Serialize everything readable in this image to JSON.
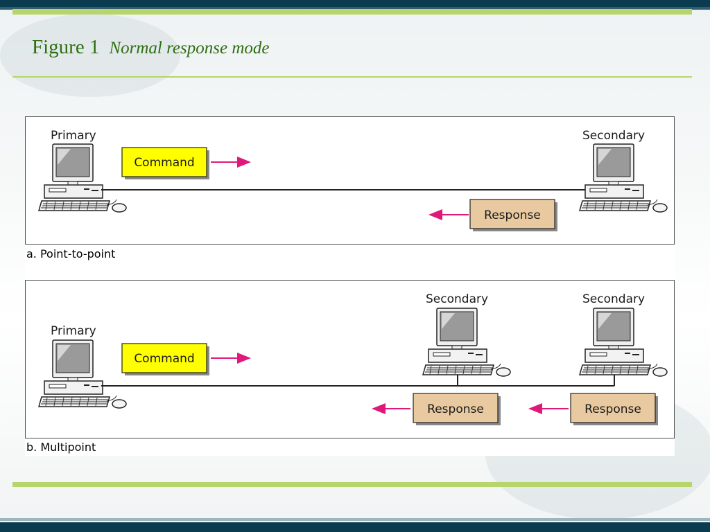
{
  "slide": {
    "figure_label": "Figure 1",
    "figure_title": "Normal response mode"
  },
  "panels": {
    "a": {
      "caption": "a. Point-to-point",
      "primary_label": "Primary",
      "secondary_label": "Secondary",
      "command_label": "Command",
      "response_label": "Response"
    },
    "b": {
      "caption": "b. Multipoint",
      "primary_label": "Primary",
      "secondary1_label": "Secondary",
      "secondary2_label": "Secondary",
      "command_label": "Command",
      "response1_label": "Response",
      "response2_label": "Response"
    }
  },
  "colors": {
    "command_fill": "#ffff00",
    "response_fill": "#e8c9a0",
    "arrow": "#e0187a",
    "title_green": "#2f6e12",
    "accent_line": "#b7d56a",
    "dark_bar": "#0b3b4e"
  }
}
